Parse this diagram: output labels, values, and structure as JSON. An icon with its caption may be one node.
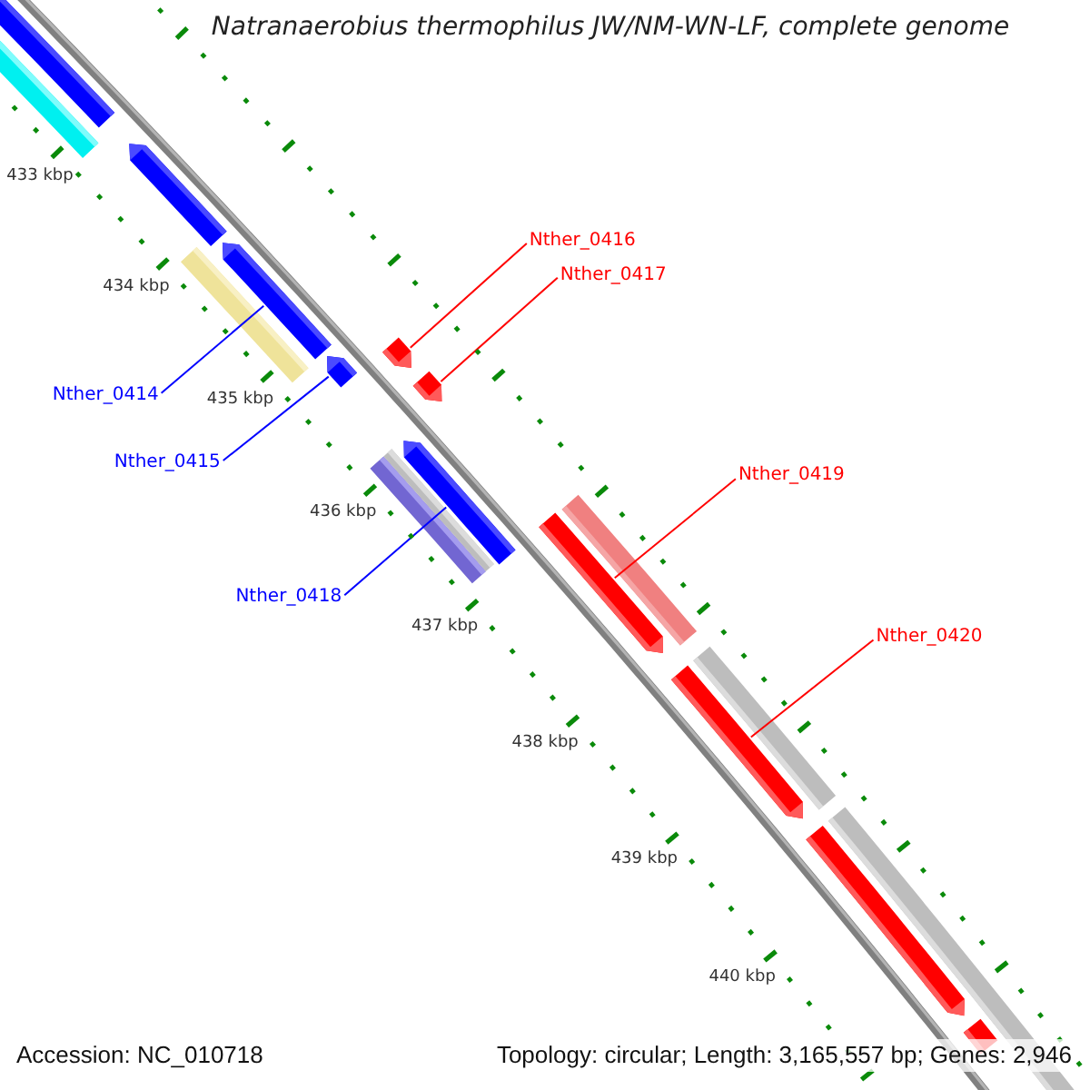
{
  "diagram": {
    "title": "Natranaerobius thermophilus JW/NM-WN-LF, complete genome",
    "nodes": [
      {
        "text": [],
        "shape": "bar"
      },
      {
        "text": [],
        "shape": "bar"
      },
      {
        "text": [],
        "shape": "bar"
      },
      {
        "text": [],
        "shape": "bar"
      },
      {
        "text": [],
        "shape": "bar"
      },
      {
        "text": [],
        "shape": "bar"
      },
      {
        "text": [],
        "shape": "bar"
      },
      {
        "text": [],
        "shape": "bar"
      },
      {
        "text": [],
        "shape": "bar"
      },
      {
        "text": [],
        "shape": "bar"
      },
      {
        "text": [],
        "shape": "bar"
      },
      {
        "text": [],
        "shape": "bar"
      },
      {
        "text": [],
        "shape": "bar"
      },
      {
        "text": [],
        "shape": "bar"
      },
      {
        "text": [],
        "shape": "bar"
      },
      {
        "text": [],
        "shape": "bar"
      },
      {
        "text": [],
        "shape": "bar"
      },
      {
        "text": [],
        "shape": "bar"
      },
      {
        "text": [
          "Nther_0414"
        ]
      },
      {
        "text": [
          "Nther_0415"
        ]
      },
      {
        "text": [
          "Nther_0416"
        ]
      },
      {
        "text": [
          "Nther_0417"
        ]
      },
      {
        "text": [
          "Nther_0418"
        ]
      },
      {
        "text": [
          "Nther_0419"
        ]
      },
      {
        "text": [
          "Nther_0420"
        ]
      }
    ],
    "edges": [
      {
        "from": 18,
        "to": 4,
        "arrow": "none",
        "color": "#0000ff"
      },
      {
        "from": 19,
        "to": 5,
        "arrow": "none",
        "color": "#0000ff"
      },
      {
        "from": 20,
        "to": 6,
        "arrow": "none"
      },
      {
        "from": 21,
        "to": 7,
        "arrow": "none"
      },
      {
        "from": 22,
        "to": 10,
        "arrow": "none",
        "color": "#0000ff"
      },
      {
        "from": 23,
        "to": 11,
        "arrow": "none"
      },
      {
        "from": 24,
        "to": 13,
        "arrow": "none"
      }
    ],
    "labels": [
      "433 kbp",
      "434 kbp",
      "435 kbp",
      "436 kbp",
      "437 kbp",
      "438 kbp",
      "439 kbp",
      "440 kbp",
      "Accession: NC_010718",
      "Topology: circular; Length: 3,165,557 bp; Genes: 2,946"
    ]
  }
}
